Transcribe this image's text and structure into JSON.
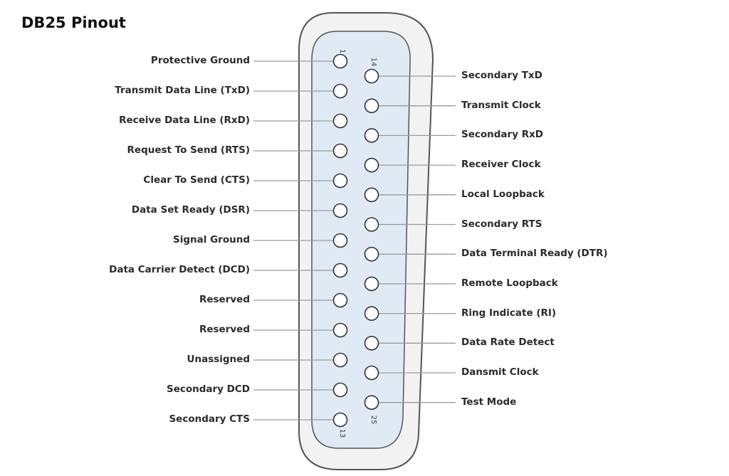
{
  "title": "DB25 Pinout",
  "colors": {
    "shell_fill": "#f2f2f2",
    "shell_stroke": "#555555",
    "face_fill": "#dfeaf4",
    "pin_fill": "#ffffff",
    "pin_stroke": "#333333",
    "lead_line": "#9a9a9a"
  },
  "pin_numbers": {
    "first_top": "1",
    "first_bottom": "13",
    "second_top": "14",
    "second_bottom": "25"
  },
  "top_row": [
    "Protective Ground",
    "Transmit Data Line (TxD)",
    "Receive Data Line (RxD)",
    "Request To Send (RTS)",
    "Clear To Send (CTS)",
    "Data Set Ready (DSR)",
    "Signal Ground",
    "Data Carrier Detect (DCD)",
    "Reserved",
    "Reserved",
    "Unassigned",
    "Secondary DCD",
    "Secondary CTS"
  ],
  "bottom_row": [
    "Secondary TxD",
    "Transmit Clock",
    "Secondary RxD",
    "Receiver Clock",
    "Local Loopback",
    "Secondary RTS",
    "Data Terminal Ready (DTR)",
    "Remote Loopback",
    "Ring Indicate (RI)",
    "Data Rate Detect",
    "Dansmit Clock",
    "Test Mode"
  ]
}
